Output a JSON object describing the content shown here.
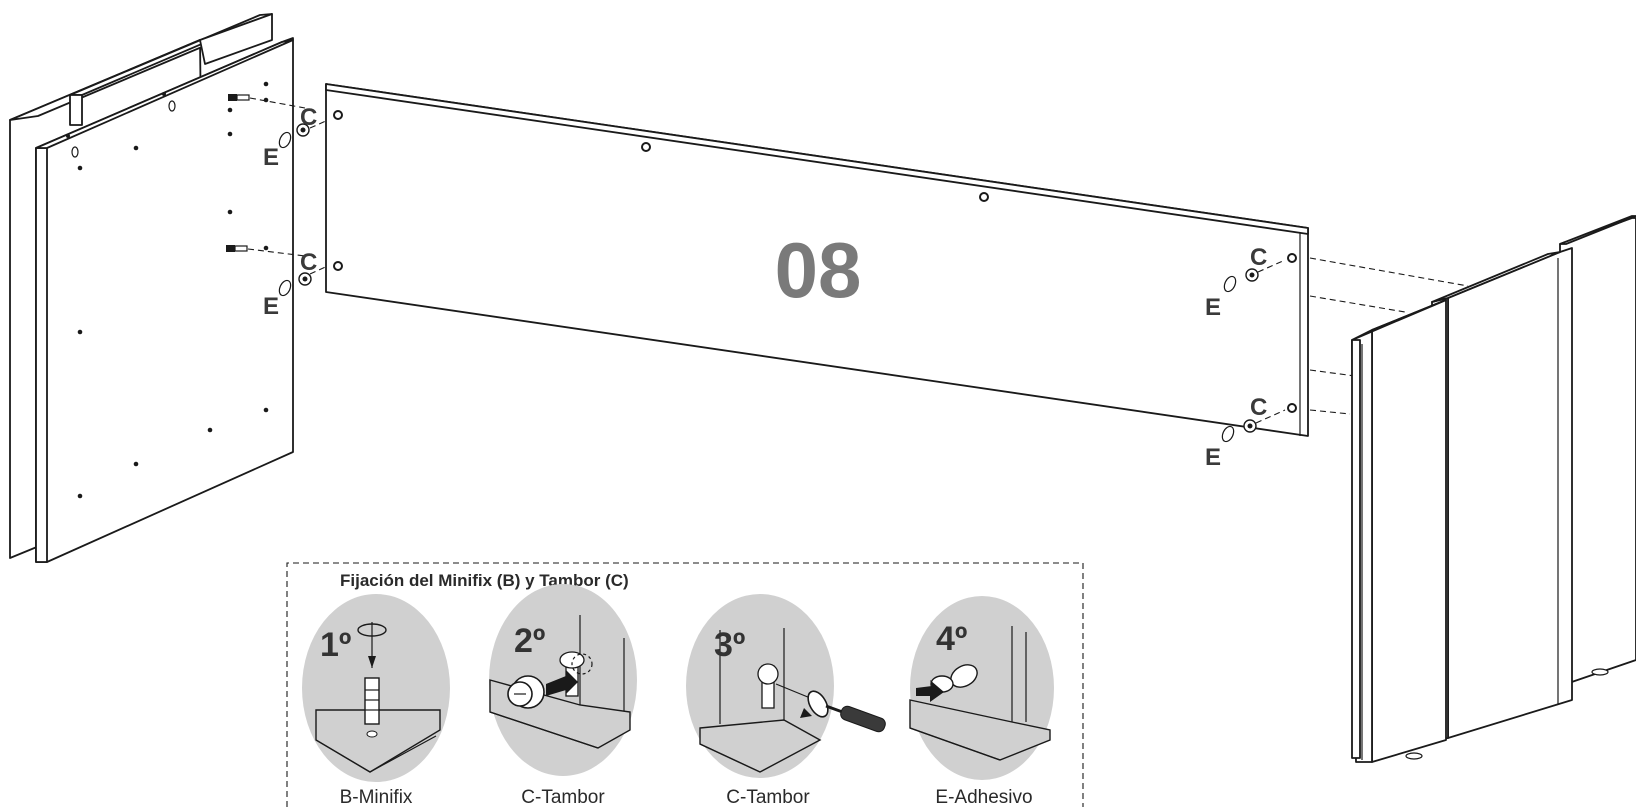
{
  "step_number": "08",
  "hardware_labels": {
    "cam_lock": "C",
    "adhesive": "E"
  },
  "instructions_box": {
    "title": "Fijación del Minifix (B) y Tambor (C)",
    "steps": [
      {
        "number": "1º",
        "caption": "B-Minifix"
      },
      {
        "number": "2º",
        "caption": "C-Tambor"
      },
      {
        "number": "3º",
        "caption": "C-Tambor"
      },
      {
        "number": "4º",
        "caption": "E-Adhesivo"
      }
    ]
  },
  "colors": {
    "label_gray": "#3a3a3a",
    "step_number_gray": "#7a7a7a",
    "circle_bg": "#d0d0d0",
    "line": "#1a1a1a"
  }
}
